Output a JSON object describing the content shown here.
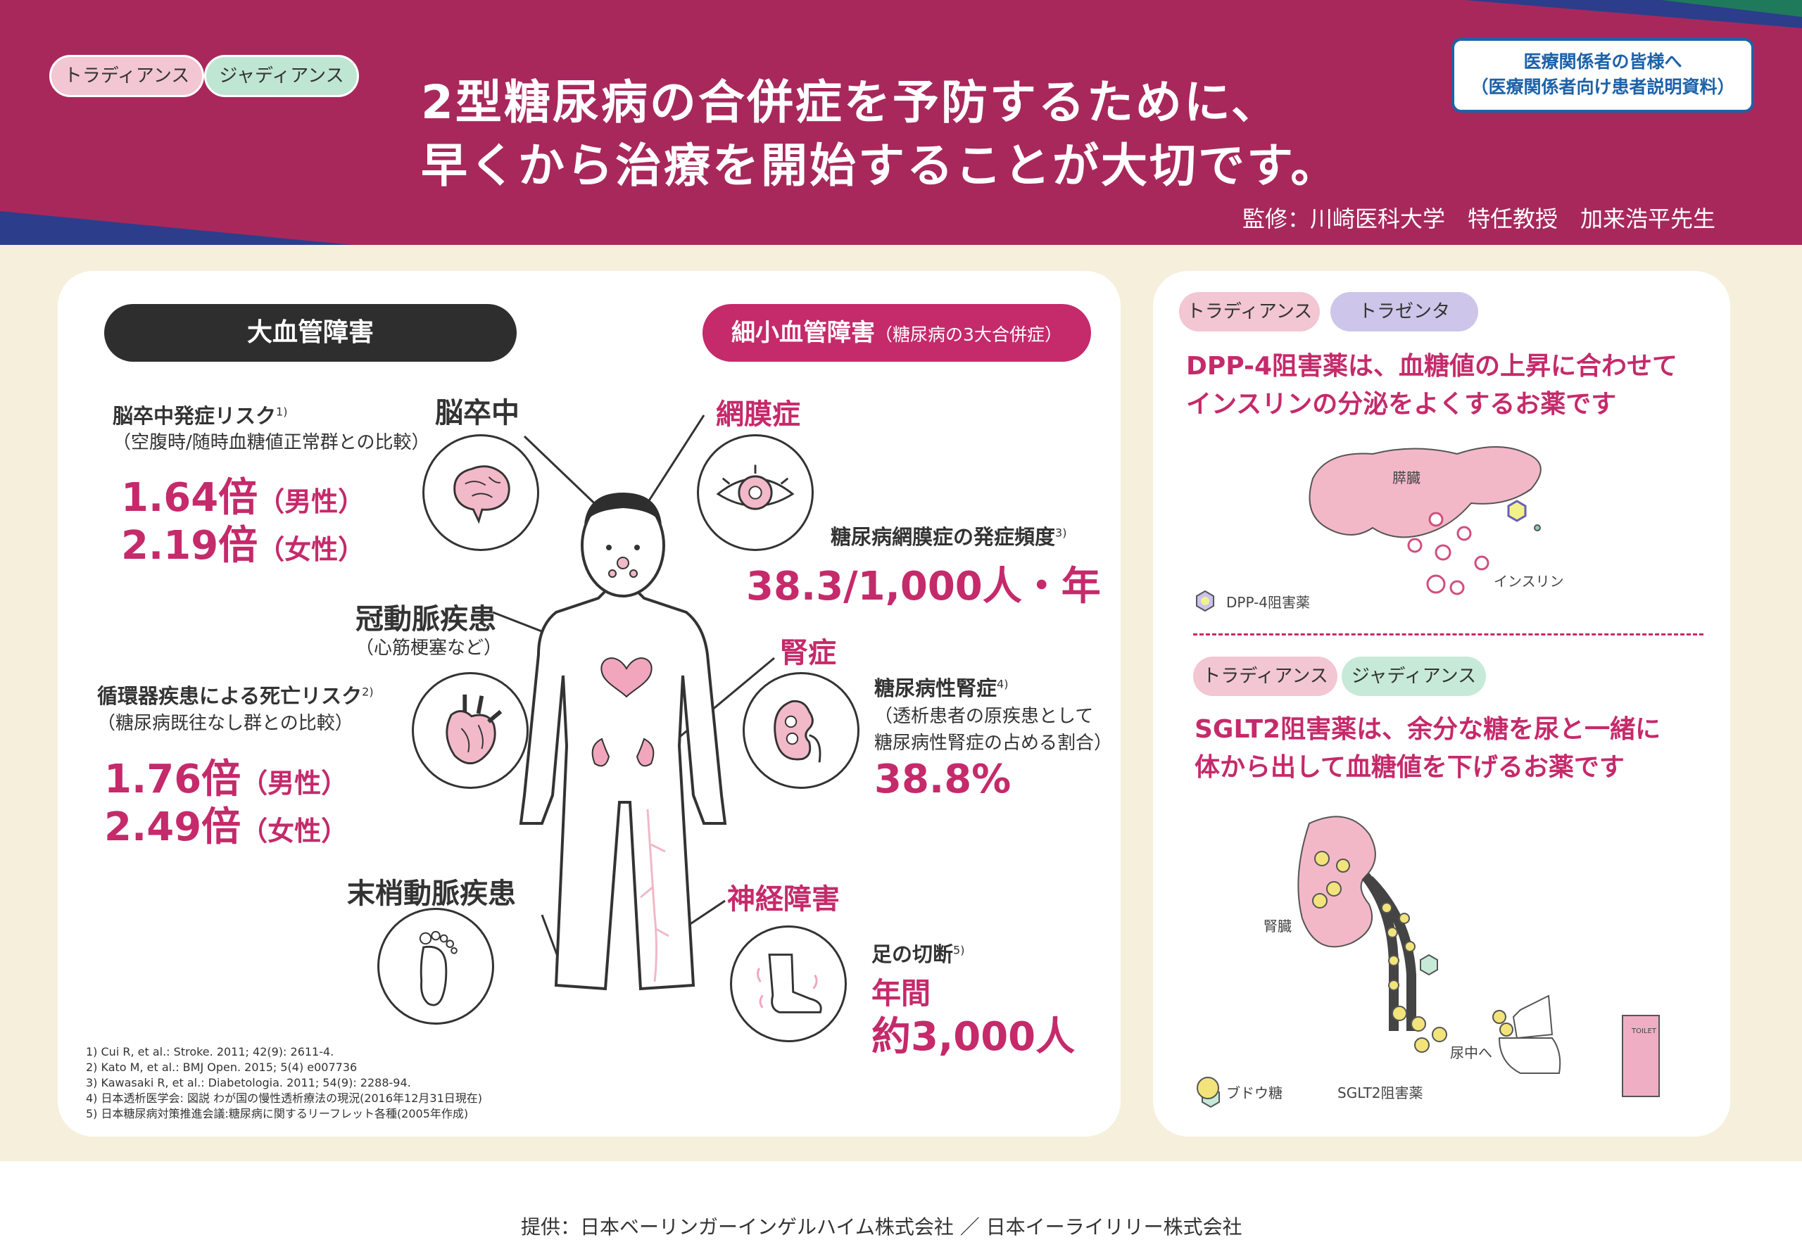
{
  "header": {
    "badges": [
      "トラディアンス",
      "ジャディアンス"
    ],
    "title_line1": "2型糖尿病の合併症を予防するために、",
    "title_line2": "早くから治療を開始することが大切です。",
    "notice_line1": "医療関係者の皆様へ",
    "notice_line2": "（医療関係者向け患者説明資料）",
    "supervisor": "監修：川崎医科大学　特任教授　加来浩平先生"
  },
  "left_panel": {
    "macro_label": "大血管障害",
    "micro_label": "細小血管障害",
    "micro_sub": "（糖尿病の3大合併症）",
    "stroke": {
      "name": "脳卒中",
      "risk_title": "脳卒中発症リスク",
      "risk_ref": "1)",
      "risk_note": "（空腹時/随時血糖値正常群との比較）",
      "male_value": "1.64倍",
      "male_label": "（男性）",
      "female_value": "2.19倍",
      "female_label": "（女性）"
    },
    "coronary": {
      "name": "冠動脈疾患",
      "note": "（心筋梗塞など）",
      "risk_title": "循環器疾患による死亡リスク",
      "risk_ref": "2)",
      "risk_note": "（糖尿病既往なし群との比較）",
      "male_value": "1.76倍",
      "male_label": "（男性）",
      "female_value": "2.49倍",
      "female_label": "（女性）"
    },
    "peripheral": {
      "name": "末梢動脈疾患"
    },
    "retinopathy": {
      "name": "網膜症",
      "stat_title": "糖尿病網膜症の発症頻度",
      "stat_ref": "3)",
      "value": "38.3/1,000人・年"
    },
    "nephropathy": {
      "name": "腎症",
      "stat_title": "糖尿病性腎症",
      "stat_ref": "4)",
      "note1": "（透析患者の原疾患として",
      "note2": "糖尿病性腎症の占める割合）",
      "value": "38.8%"
    },
    "neuropathy": {
      "name": "神経障害",
      "stat_title": "足の切断",
      "stat_ref": "5)",
      "value1": "年間",
      "value2": "約3,000人"
    },
    "references": [
      "1) Cui R, et al.: Stroke. 2011; 42(9): 2611-4.",
      "2) Kato M, et al.: BMJ Open. 2015; 5(4) e007736",
      "3) Kawasaki R, et al.: Diabetologia. 2011; 54(9): 2288-94.",
      "4) 日本透析医学会: 図説 わが国の慢性透析療法の現況(2016年12月31日現在)",
      "5) 日本糖尿病対策推進会議:糖尿病に関するリーフレット各種(2005年作成)"
    ]
  },
  "right_panel": {
    "dpp4": {
      "badges": [
        "トラディアンス",
        "トラゼンタ"
      ],
      "line1": "DPP-4阻害薬は、血糖値の上昇に合わせて",
      "line2": "インスリンの分泌をよくするお薬です",
      "pancreas_label": "膵臓",
      "insulin_label": "インスリン",
      "legend": "DPP-4阻害薬"
    },
    "sglt2": {
      "badges": [
        "トラディアンス",
        "ジャディアンス"
      ],
      "line1": "SGLT2阻害薬は、余分な糖を尿と一緒に",
      "line2": "体から出して血糖値を下げるお薬です",
      "kidney_label": "腎臓",
      "urine_label": "尿中へ",
      "toilet_label": "TOILET",
      "legend_glucose": "ブドウ糖",
      "legend_drug": "SGLT2阻害薬"
    }
  },
  "footer": "提供：日本ベーリンガーインゲルハイム株式会社 ／ 日本イーライリリー株式会社"
}
